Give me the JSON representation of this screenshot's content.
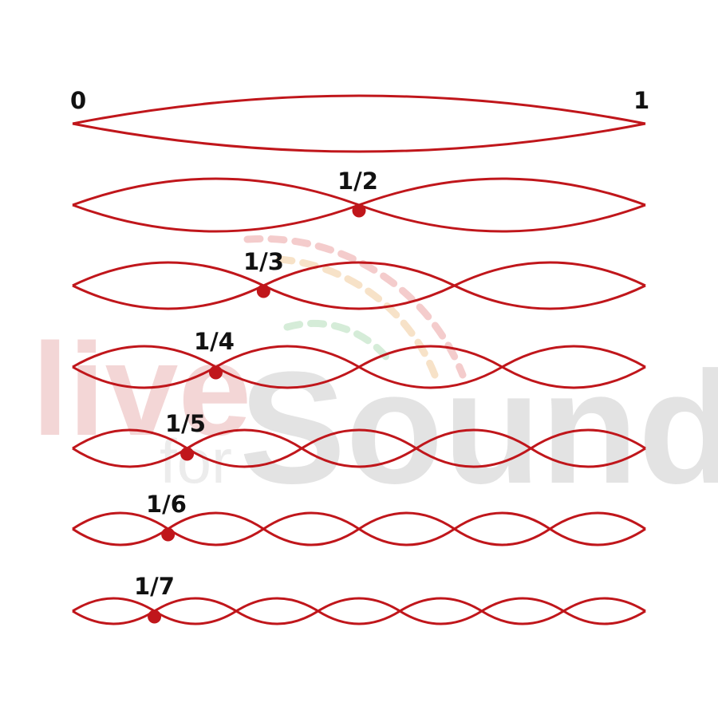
{
  "diagram": {
    "end_labels": {
      "left": "0",
      "right": "1"
    },
    "string_color": "#c0161b",
    "label_color": "#111111",
    "harmonics": [
      {
        "n": 1,
        "label": ""
      },
      {
        "n": 2,
        "label": "1/2"
      },
      {
        "n": 3,
        "label": "1/3"
      },
      {
        "n": 4,
        "label": "1/4"
      },
      {
        "n": 5,
        "label": "1/5"
      },
      {
        "n": 6,
        "label": "1/6"
      },
      {
        "n": 7,
        "label": "1/7"
      }
    ]
  },
  "watermark": {
    "brand_word_1": "live",
    "brand_word_2": "for",
    "brand_word_3": "Sound"
  }
}
